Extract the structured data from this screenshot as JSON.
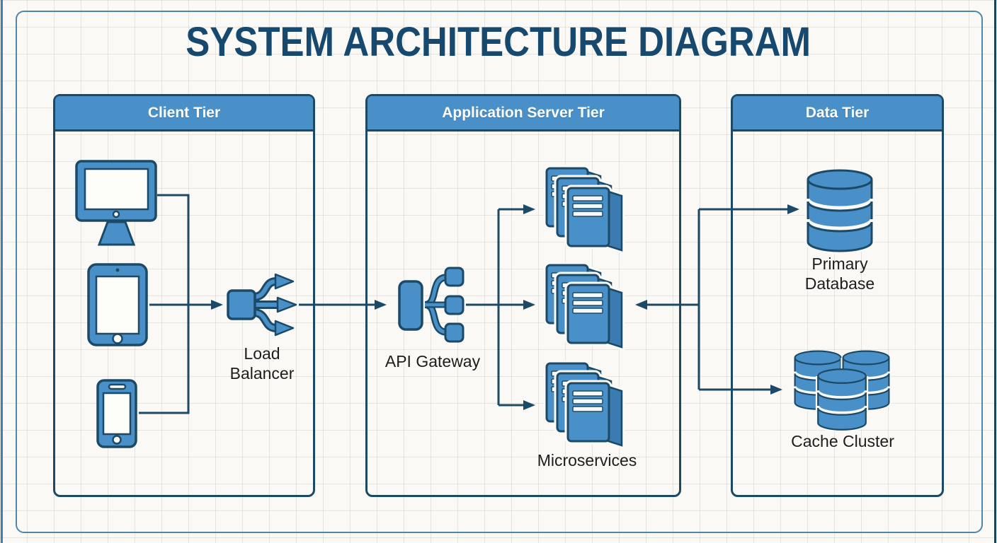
{
  "title": "SYSTEM ARCHITECTURE DIAGRAM",
  "tiers": {
    "client": {
      "label": "Client Tier"
    },
    "app": {
      "label": "Application Server Tier"
    },
    "data": {
      "label": "Data Tier"
    }
  },
  "nodes": {
    "load_balancer": {
      "label": "Load Balancer"
    },
    "api_gateway": {
      "label": "API Gateway"
    },
    "microservices": {
      "label": "Microservices"
    },
    "primary_database": {
      "label": "Primary Database"
    },
    "cache_cluster": {
      "label": "Cache Cluster"
    }
  },
  "icons": {
    "client": [
      "desktop-computer-icon",
      "tablet-icon",
      "smartphone-icon"
    ],
    "app": [
      "load-balancer-icon",
      "api-gateway-icon",
      "microservices-stack-icon"
    ],
    "data": [
      "database-cylinder-icon",
      "cache-cluster-icon"
    ]
  },
  "connections": [
    {
      "from": "Desktop",
      "to": "Load Balancer"
    },
    {
      "from": "Tablet",
      "to": "Load Balancer"
    },
    {
      "from": "Smartphone",
      "to": "Load Balancer"
    },
    {
      "from": "Load Balancer",
      "to": "API Gateway"
    },
    {
      "from": "API Gateway",
      "to": "Microservices top"
    },
    {
      "from": "API Gateway",
      "to": "Microservices middle"
    },
    {
      "from": "API Gateway",
      "to": "Microservices bottom"
    },
    {
      "from": "Data bus",
      "to": "Microservices middle"
    },
    {
      "from": "Data bus",
      "to": "Primary Database"
    },
    {
      "from": "Data bus",
      "to": "Cache Cluster"
    }
  ],
  "colors": {
    "accent_blue": "#4a90c8",
    "outline_navy": "#1c4a66",
    "title_navy": "#17496f",
    "frame_blue": "#4e86ac",
    "header_text": "#ffffff",
    "label_text": "#1d1d1d",
    "background": "#faf9f6"
  }
}
